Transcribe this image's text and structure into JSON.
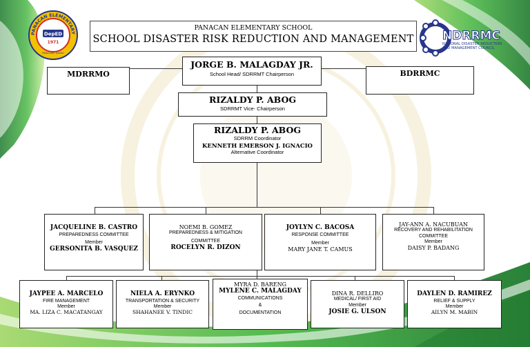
{
  "header": {
    "school_name": "PANACAN ELEMENTARY SCHOOL",
    "title": "SCHOOL DISASTER RISK REDUCTION  AND MANAGEMENT"
  },
  "school_logo": {
    "ring_text": "PANACAN ELEMENTARY SCHOOL",
    "badge": "DepED",
    "year": "1971",
    "place": "PANACAN, DAVAO"
  },
  "ndrrmc_logo": {
    "acronym": "NDRRMC",
    "line1": "NATIONAL DISASTER REDUCTION",
    "line2": "AND MANAGEMENT COUNCIL"
  },
  "colors": {
    "green": "#4cb848",
    "light_green": "#a5d86c",
    "dark_green": "#1f7a2e",
    "logo_blue": "#27378c",
    "gold": "#f2c200"
  },
  "side_boxes": {
    "left": "MDRRMO",
    "right": "BDRRMC"
  },
  "chair": {
    "name": "JORGE B. MALAGDAY JR.",
    "role": "School Head/ SDRRMT Chairperson"
  },
  "vice": {
    "name": "RIZALDY P. ABOG",
    "role": "SDRRMT Vice- Chairperson"
  },
  "coordinator": {
    "name": "RIZALDY P. ABOG",
    "role": "SDRRM Coordinator",
    "alt_name": "KENNETH EMERSON J. IGNACIO",
    "alt_role": "Alternative Coordinator"
  },
  "committees_row1": [
    {
      "head": "JACQUELINE B. CASTRO",
      "committee": "PREPAREDNESS COMMITTEE",
      "member_label": "Member",
      "member": "GERSONITA B. VASQUEZ"
    },
    {
      "head": "NOEMI B. GOMEZ",
      "committee_line1": "PREPAREDNESS & MITIGATION",
      "committee_line2": "COMMITTEE",
      "member": "ROCELYN R. DIZON"
    },
    {
      "head": "JOYLYN C. BACOSA",
      "committee": "RESPONSE COMMITTEE",
      "member_label": "Member",
      "member": "MARY JANE T. CAMUS"
    },
    {
      "head": "JAY-ANN A. NACUBUAN",
      "committee_line1": "RECOVERY AND REHABILITATION",
      "committee_line2": "COMMITTEE",
      "member_label": "Member",
      "member": "DAISY P. BADANG"
    }
  ],
  "committees_row2": [
    {
      "head": "JAYPEE A. MARCELO",
      "committee": "FIRE MANAGEMENT",
      "member_label": "Member",
      "member": "MA. LIZA C. MACATANGAY"
    },
    {
      "head": "NIELA A. ERYNKO",
      "committee": "TRANSPORTATION & SECURITY",
      "member_label": "Member",
      "member": "SHAHANEE V. TINDIC"
    },
    {
      "head": "MYRA D. BARENG",
      "head2": "MYLENE C. MALAGDAY",
      "committee_line1": "COMMUNICATIONS",
      "committee_line2": "&",
      "committee_line3": "DOCUMENTATION"
    },
    {
      "head": "DINA R. DELLIRO",
      "committee": "MEDICAL/ FIRST AID",
      "member_label": "Member",
      "member": "JOSIE G. ULSON"
    },
    {
      "head": "DAYLEN D. RAMIREZ",
      "committee": "RELIEF & SUPPLY",
      "member_label": "Member",
      "member": "AILYN M. MABIN"
    }
  ]
}
